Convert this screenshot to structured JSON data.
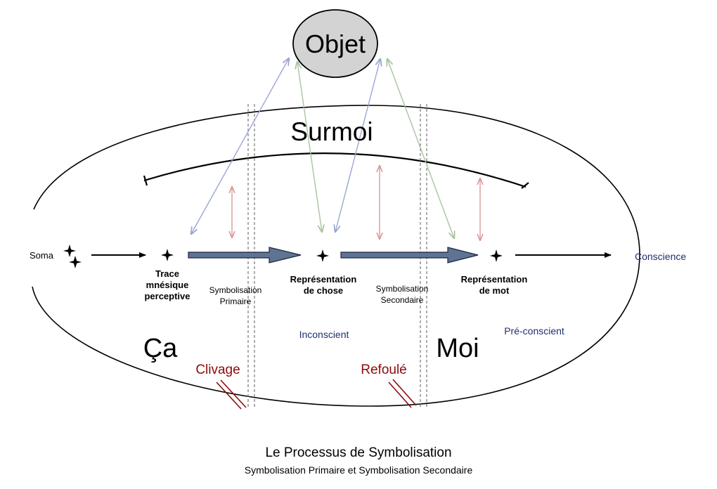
{
  "objet": "Objet",
  "surmoi": "Surmoi",
  "soma": "Soma",
  "conscience": "Conscience",
  "trace": [
    "Trace",
    "mnésique",
    "perceptive"
  ],
  "representation_chose": [
    "Représentation",
    "de chose"
  ],
  "representation_mot": [
    "Représentation",
    "de mot"
  ],
  "symbolisation_primaire": [
    "Symbolisation",
    "Primaire"
  ],
  "symbolisation_secondaire": [
    "Symbolisation",
    "Secondaire"
  ],
  "inconscient": "Inconscient",
  "preconscient": "Pré-conscient",
  "ca": "Ça",
  "moi": "Moi",
  "clivage": "Clivage",
  "refoule": "Refoulé",
  "caption": {
    "title": "Le Processus de Symbolisation",
    "subtitle": "Symbolisation Primaire et Symbolisation Secondaire"
  },
  "colors": {
    "arrow_blue": "#9ba6d4",
    "arrow_green": "#a8c4a0",
    "arrow_red": "#d99a9a",
    "big_arrow_fill": "#5f7392",
    "label_blue": "#1f2f6e",
    "label_red": "#8b0a0a",
    "objet_fill": "#d3d3d3"
  }
}
